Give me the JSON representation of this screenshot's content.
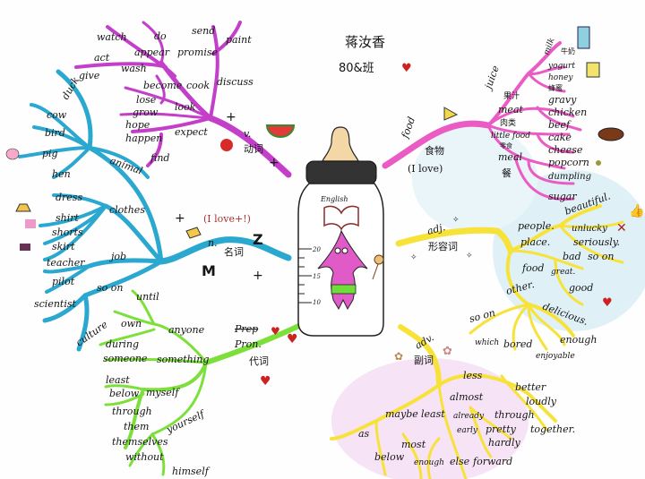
{
  "title": {
    "name": "蒋汝香",
    "class": "80&班"
  },
  "colors": {
    "verb": "#c43fc9",
    "noun": "#2aa8cf",
    "pron": "#7de03a",
    "food": "#ea5bc4",
    "adj": "#f7e23a",
    "adv": "#f7e23a"
  },
  "bottle": {
    "label": "English",
    "marks": [
      "20",
      "15",
      "10"
    ]
  },
  "verb": {
    "label": "v.",
    "label_cn": "动词",
    "words": [
      "watch",
      "do",
      "send",
      "paint",
      "appear",
      "promise",
      "act",
      "wash",
      "give",
      "become",
      "cook",
      "discuss",
      "lose",
      "look",
      "grow",
      "hope",
      "happen",
      "expect",
      "find"
    ]
  },
  "noun": {
    "label": "n.",
    "label_cn": "名词",
    "note": "(I love+!)",
    "letters": [
      "Z",
      "M"
    ],
    "animal": {
      "label": "animal",
      "words": [
        "duck",
        "cow",
        "bird",
        "pig",
        "hen"
      ]
    },
    "clothes": {
      "label": "clothes",
      "words": [
        "dress",
        "shirt",
        "shorts",
        "skirt"
      ]
    },
    "job": {
      "label": "job",
      "words": [
        "teacher",
        "pilot",
        "scientist"
      ]
    },
    "other": [
      "so on",
      "culture"
    ]
  },
  "pron": {
    "label_struck": "Prep",
    "label": "Pron.",
    "label_cn": "代词",
    "words": [
      "until",
      "own",
      "anyone",
      "during",
      "someone",
      "something",
      "least",
      "below",
      "myself",
      "through",
      "them",
      "yourself",
      "themselves",
      "without",
      "himself"
    ]
  },
  "food": {
    "label": "food",
    "label_cn": "食物",
    "note": "(I love)",
    "groups": [
      {
        "label": "juice",
        "label_cn": "果汁"
      },
      {
        "label": "meat",
        "label_cn": "肉类"
      },
      {
        "label": "little food",
        "label_cn": "零食"
      },
      {
        "label": "meal",
        "label_cn": "餐"
      }
    ],
    "words": [
      "milk",
      "牛奶",
      "yogurt",
      "honey",
      "蜂蜜",
      "gravy",
      "chicken",
      "beef",
      "cake",
      "cheese",
      "popcorn",
      "dumpling",
      "sugar"
    ]
  },
  "adj": {
    "label": "adj.",
    "label_cn": "形容词",
    "groups": [
      "people.",
      "place.",
      "food",
      "other.",
      "so on"
    ],
    "words": [
      "beautiful.",
      "unlucky",
      "seriously.",
      "bad",
      "so on",
      "great.",
      "good",
      "delicious.",
      "enough",
      "enjoyable",
      "which",
      "bored"
    ]
  },
  "adv": {
    "label": "adv.",
    "label_cn": "副词",
    "words": [
      "less",
      "better",
      "almost",
      "loudly",
      "through",
      "hardly",
      "together.",
      "least",
      "already",
      "pretty",
      "early",
      "maybe",
      "as",
      "below",
      "most",
      "enough",
      "else",
      "forward"
    ]
  }
}
